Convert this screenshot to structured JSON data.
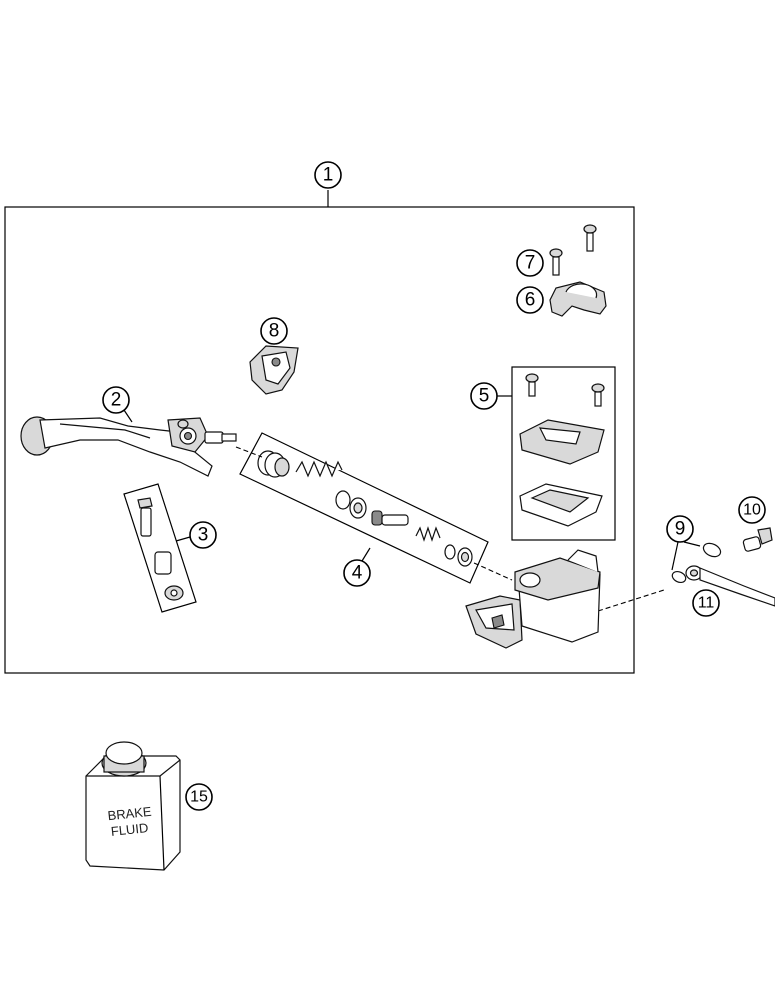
{
  "callouts": {
    "c1": "1",
    "c2": "2",
    "c3": "3",
    "c4": "4",
    "c5": "5",
    "c6": "6",
    "c7": "7",
    "c8": "8",
    "c9": "9",
    "c10": "10",
    "c11": "11",
    "c15": "15"
  },
  "can_label": {
    "line1": "BRAKE",
    "line2": "FLUID"
  }
}
